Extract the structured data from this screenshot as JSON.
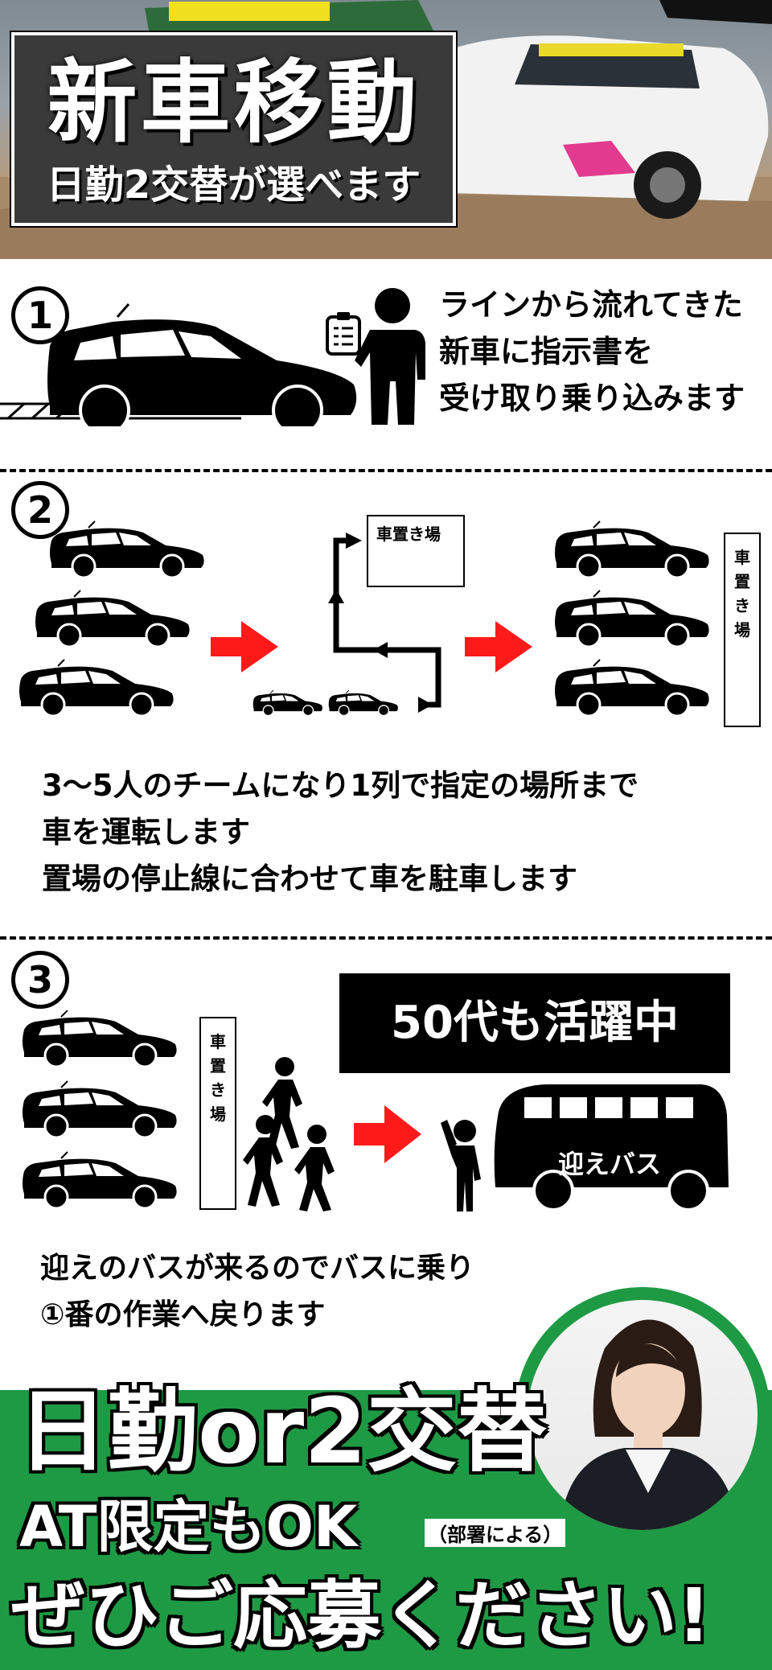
{
  "header": {
    "title": "新車移動",
    "subtitle": "日勤2交替が選べます"
  },
  "step1": {
    "number": "1",
    "lines": [
      "ラインから流れてきた",
      "新車に指示書を",
      "受け取り乗り込みます"
    ]
  },
  "step2": {
    "number": "2",
    "sign_top": "車置き場",
    "sign_side": [
      "車",
      "置",
      "き",
      "場"
    ],
    "lines": [
      "3〜5人のチームになり1列で指定の場所まで",
      "車を運転します",
      "置場の停止線に合わせて車を駐車します"
    ]
  },
  "step3": {
    "number": "3",
    "sign_side": [
      "車",
      "置",
      "き",
      "場"
    ],
    "badge": "50代も活躍中",
    "bus_label": "迎えバス",
    "lines": [
      "迎えのバスが来るのでバスに乗り",
      "①番の作業へ戻ります"
    ]
  },
  "bottom": {
    "line1": "日勤or2交替",
    "line2": "AT限定もOK",
    "line2_note": "（部署による）",
    "line3": "ぜひご応募ください!"
  },
  "colors": {
    "accent_red": "#ff1a1a",
    "brand_green": "#1f9a44"
  }
}
